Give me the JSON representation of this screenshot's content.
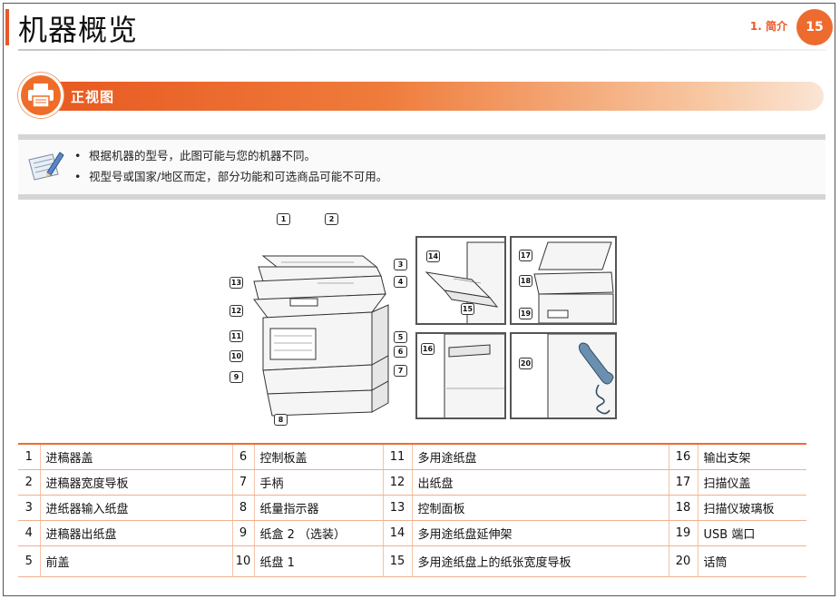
{
  "header": {
    "title": "机器概览",
    "section_label": "1. 简介",
    "page_number": "15"
  },
  "subsection": {
    "title": "正视图",
    "icon": "printer-icon"
  },
  "note": {
    "icon": "note-pencil-icon",
    "items": [
      "根据机器的型号，此图可能与您的机器不同。",
      "视型号或国家/地区而定，部分功能和可选商品可能不可用。"
    ]
  },
  "figure_callouts": {
    "main": [
      "1",
      "2",
      "3",
      "4",
      "13",
      "12",
      "11",
      "10",
      "9",
      "8",
      "5",
      "6",
      "7"
    ],
    "top_left": [
      "14",
      "15"
    ],
    "top_right": [
      "17",
      "18",
      "19"
    ],
    "bottom_left": [
      "16"
    ],
    "bottom_right": [
      "20"
    ]
  },
  "parts": {
    "rows": [
      [
        {
          "num": "1",
          "label": "进稿器盖"
        },
        {
          "num": "6",
          "label": "控制板盖"
        },
        {
          "num": "11",
          "label": "多用途纸盘"
        },
        {
          "num": "16",
          "label": "输出支架"
        }
      ],
      [
        {
          "num": "2",
          "label": "进稿器宽度导板"
        },
        {
          "num": "7",
          "label": "手柄"
        },
        {
          "num": "12",
          "label": "出纸盘"
        },
        {
          "num": "17",
          "label": "扫描仪盖"
        }
      ],
      [
        {
          "num": "3",
          "label": "进纸器输入纸盘"
        },
        {
          "num": "8",
          "label": "纸量指示器"
        },
        {
          "num": "13",
          "label": "控制面板"
        },
        {
          "num": "18",
          "label": "扫描仪玻璃板"
        }
      ],
      [
        {
          "num": "4",
          "label": "进稿器出纸盘"
        },
        {
          "num": "9",
          "label": "纸盒 2 （选装）"
        },
        {
          "num": "14",
          "label": "多用途纸盘延伸架"
        },
        {
          "num": "19",
          "label": "USB 端口"
        }
      ],
      [
        {
          "num": "5",
          "label": "前盖"
        },
        {
          "num": "10",
          "label": "纸盘 1"
        },
        {
          "num": "15",
          "label": "多用途纸盘上的纸张宽度导板"
        },
        {
          "num": "20",
          "label": "话筒"
        }
      ]
    ]
  },
  "colors": {
    "accent": "#ee6b2f",
    "accent_dark": "#e8572a"
  }
}
